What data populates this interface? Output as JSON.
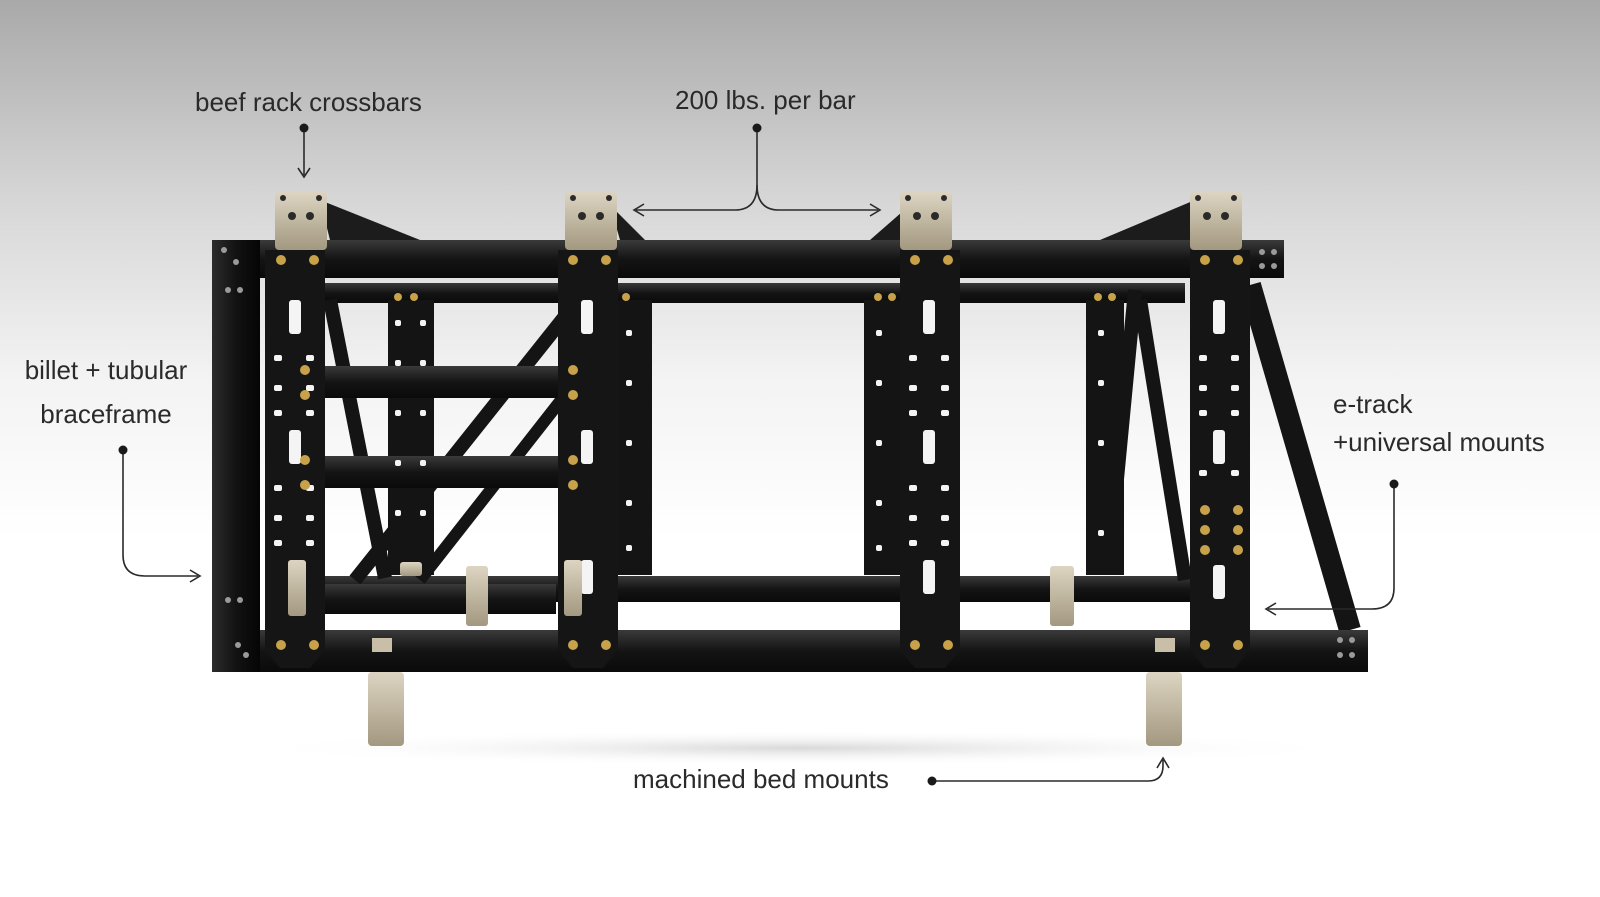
{
  "callouts": {
    "crossbars": "beef rack crossbars",
    "load": "200 lbs. per bar",
    "braceframe_line1": "billet + tubular",
    "braceframe_line2": "braceframe",
    "etrack_line1": "e-track",
    "etrack_line2": "+universal mounts",
    "bed_mounts": "machined bed mounts"
  },
  "colors": {
    "frame": "#1a1a1a",
    "hardware": "#c9bfa8",
    "bolt": "#c8a24a",
    "annotation": "#2a2a2a"
  }
}
